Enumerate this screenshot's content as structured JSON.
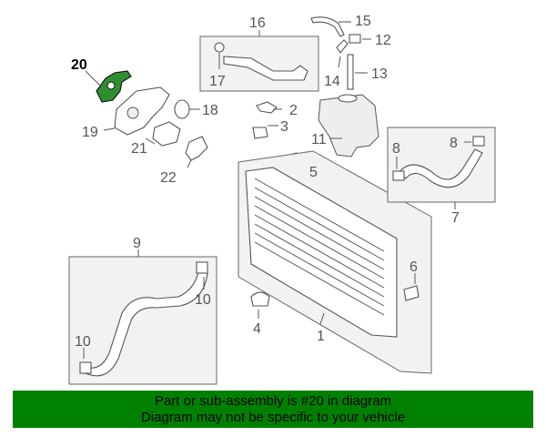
{
  "callouts": {
    "c1": "1",
    "c2": "2",
    "c3": "3",
    "c4": "4",
    "c5": "5",
    "c6": "6",
    "c7": "7",
    "c8a": "8",
    "c8b": "8",
    "c9": "9",
    "c10a": "10",
    "c10b": "10",
    "c11": "11",
    "c12": "12",
    "c13": "13",
    "c14": "14",
    "c15": "15",
    "c16": "16",
    "c17": "17",
    "c18": "18",
    "c19": "19",
    "c20": "20",
    "c21": "21",
    "c22": "22"
  },
  "banner": {
    "line1": "Part or sub-assembly is #20 in diagram",
    "line2": "Diagram may not be specific to your vehicle"
  },
  "colors": {
    "banner_bg": "#008000",
    "highlight_part": "#2f8f2f",
    "group_box": "#f2f2f2"
  }
}
